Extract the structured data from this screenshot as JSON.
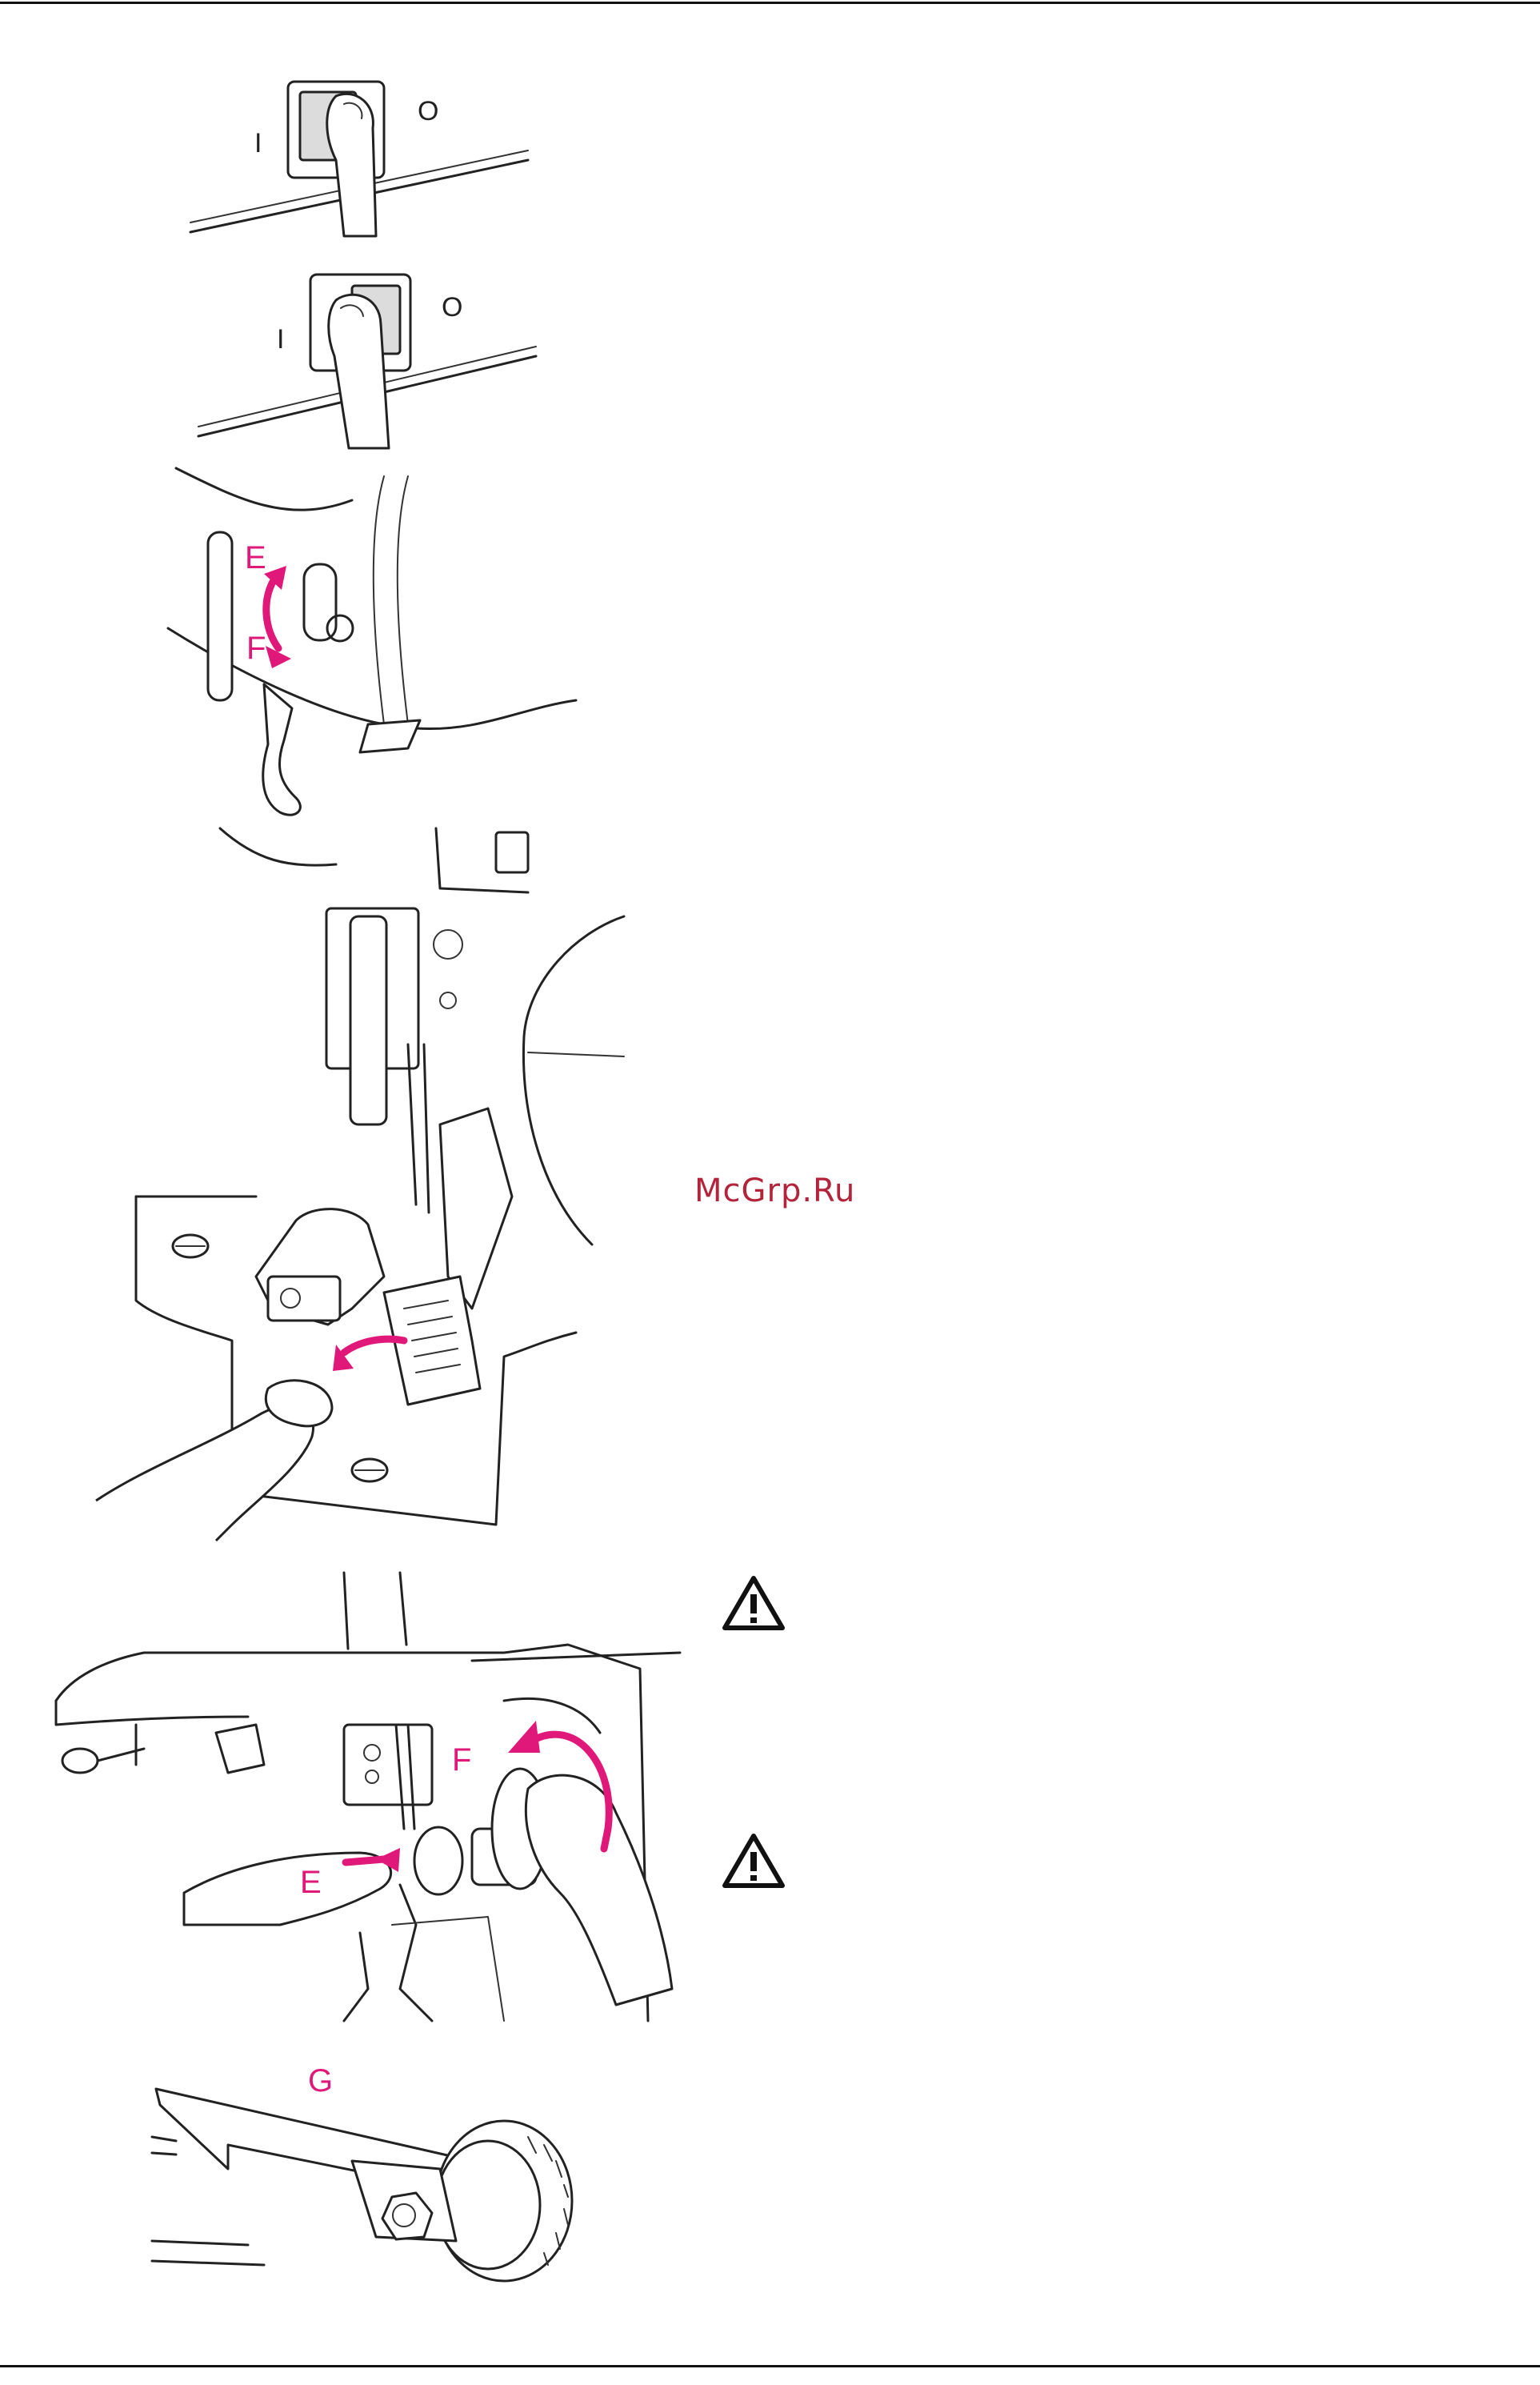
{
  "watermark": "McGrp.Ru",
  "figures": {
    "power_switch_on": {
      "mark_on": "I",
      "mark_off": "O"
    },
    "power_switch_off": {
      "mark_on": "I",
      "mark_off": "O"
    },
    "lever": {
      "label_up": "E",
      "label_down": "F"
    },
    "presser_foot": {},
    "handwheel": {
      "label_push": "E",
      "label_turn": "F"
    },
    "tool": {
      "label": "G"
    }
  },
  "warnings": [
    {
      "icon": "warning-triangle-icon"
    },
    {
      "icon": "warning-triangle-icon"
    }
  ],
  "colors": {
    "accent": "#e0187a",
    "watermark": "#b3243a"
  }
}
